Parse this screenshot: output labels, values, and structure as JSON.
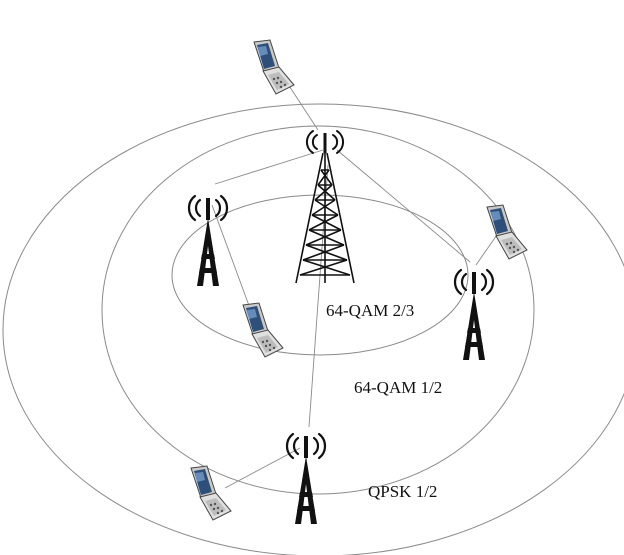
{
  "zones": {
    "inner": {
      "label": "64-QAM 2/3"
    },
    "middle": {
      "label": "64-QAM 1/2"
    },
    "outer": {
      "label": "QPSK 1/2"
    }
  },
  "colors": {
    "ring": "#8a8a8a",
    "link": "#8a8a8a",
    "tower": "#111111",
    "phone_body": "#d4d4d4",
    "phone_screen": "#2e4f7a"
  },
  "icons": {
    "main_station": "lattice-tower-icon",
    "relay_station": "relay-tower-icon",
    "user_equipment": "flip-phone-icon"
  }
}
